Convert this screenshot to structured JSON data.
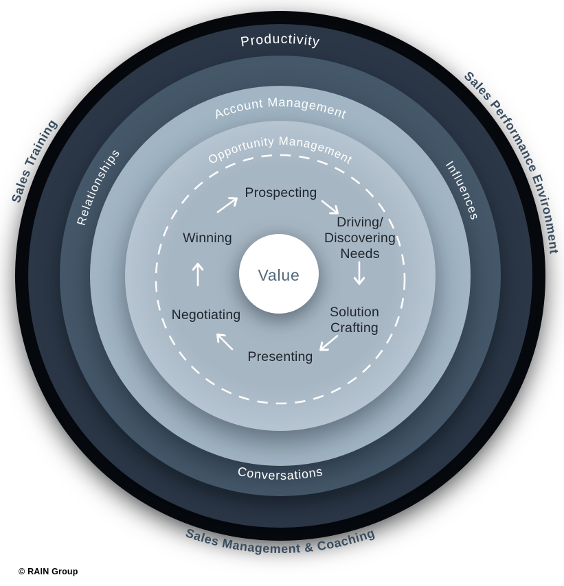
{
  "palette": {
    "outer_ring": "#06080c",
    "productivity_ring": "#2b3747",
    "influence_ring": "#45586a",
    "account_ring": "#a1b5c4",
    "opportunity_edge": "#b6c5d1",
    "opportunity_center": "#a7b6c3",
    "value_circle": "#ffffff",
    "value_text": "#52677a",
    "cycle_text": "#1e252d",
    "ring_text": "#ffffff",
    "outside_text": "#3a4d60",
    "copyright_text": "#000000"
  },
  "rings": {
    "productivity": "Productivity",
    "relationships": "Relationships",
    "influences": "Influences",
    "account_management": "Account Management",
    "opportunity_management": "Opportunity Management",
    "conversations": "Conversations"
  },
  "outside": {
    "left": "Sales Training",
    "right": "Sales Performance Environment",
    "bottom": "Sales Management & Coaching"
  },
  "cycle": {
    "prospecting": "Prospecting",
    "driving_1": "Driving/",
    "driving_2": "Discovering",
    "driving_3": "Needs",
    "solution_1": "Solution",
    "solution_2": "Crafting",
    "presenting": "Presenting",
    "negotiating": "Negotiating",
    "winning": "Winning"
  },
  "center": {
    "label": "Value"
  },
  "footer": {
    "copyright": "© RAIN Group"
  }
}
